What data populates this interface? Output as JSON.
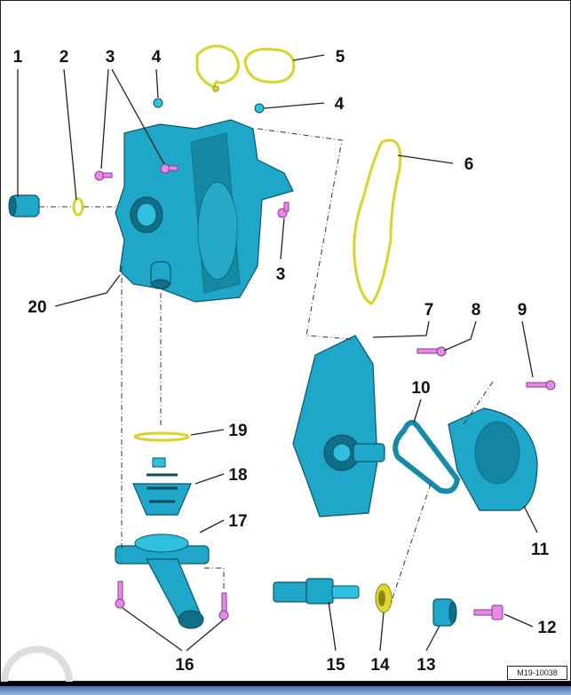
{
  "diagram": {
    "document_id": "M19-10038",
    "callouts": {
      "c1": "1",
      "c2": "2",
      "c3a": "3",
      "c4a": "4",
      "c5": "5",
      "c4b": "4",
      "c6": "6",
      "c3b": "3",
      "c20": "20",
      "c7": "7",
      "c8": "8",
      "c9": "9",
      "c10": "10",
      "c11": "11",
      "c19": "19",
      "c18": "18",
      "c17": "17",
      "c12": "12",
      "c13": "13",
      "c14": "14",
      "c15": "15",
      "c16": "16"
    },
    "colors": {
      "part": "#1ea7c8",
      "gasket": "#d8d42a",
      "bolt": "#e58ae6"
    }
  }
}
